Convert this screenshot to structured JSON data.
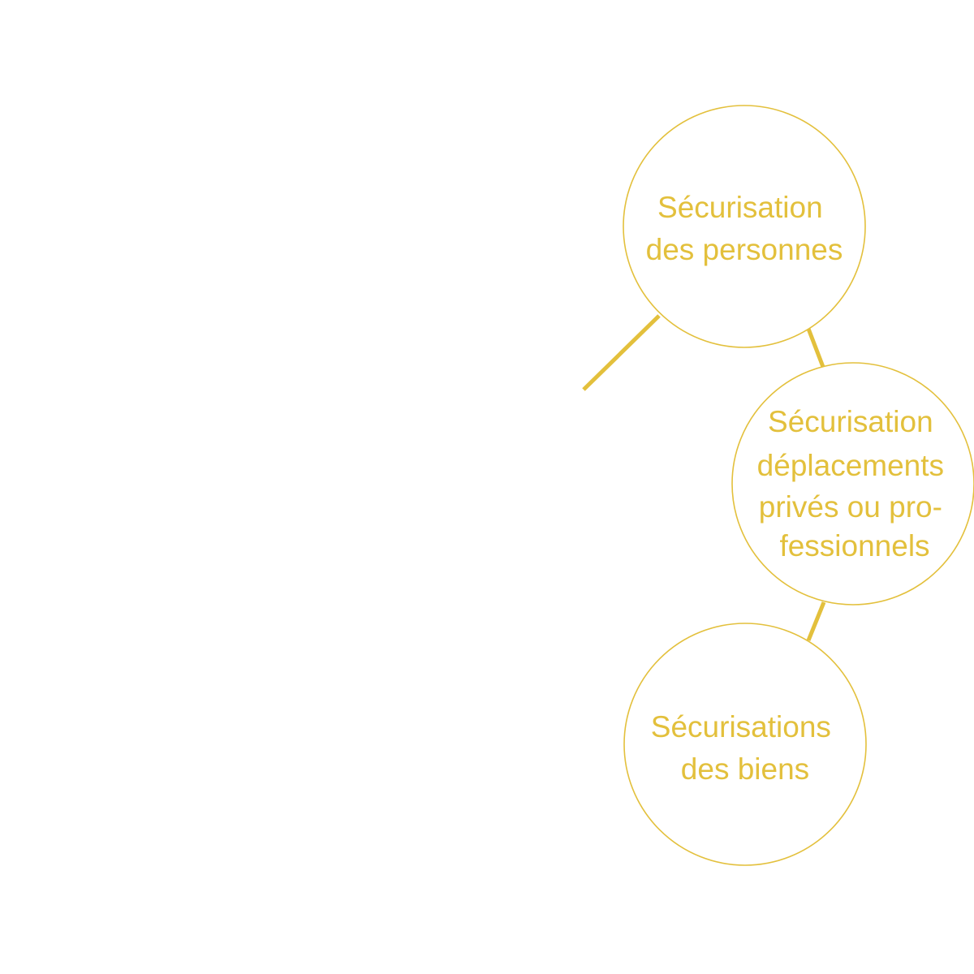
{
  "diagram": {
    "accent_color": "#e3c03c",
    "nodes": [
      {
        "id": "personnes",
        "lines": [
          "Sécurisation",
          "des personnes"
        ]
      },
      {
        "id": "deplacements",
        "lines": [
          "Sécurisation",
          "déplacements",
          "privés ou pro-",
          "fessionnels"
        ]
      },
      {
        "id": "biens",
        "lines": [
          "Sécurisations",
          "des biens"
        ]
      }
    ]
  }
}
